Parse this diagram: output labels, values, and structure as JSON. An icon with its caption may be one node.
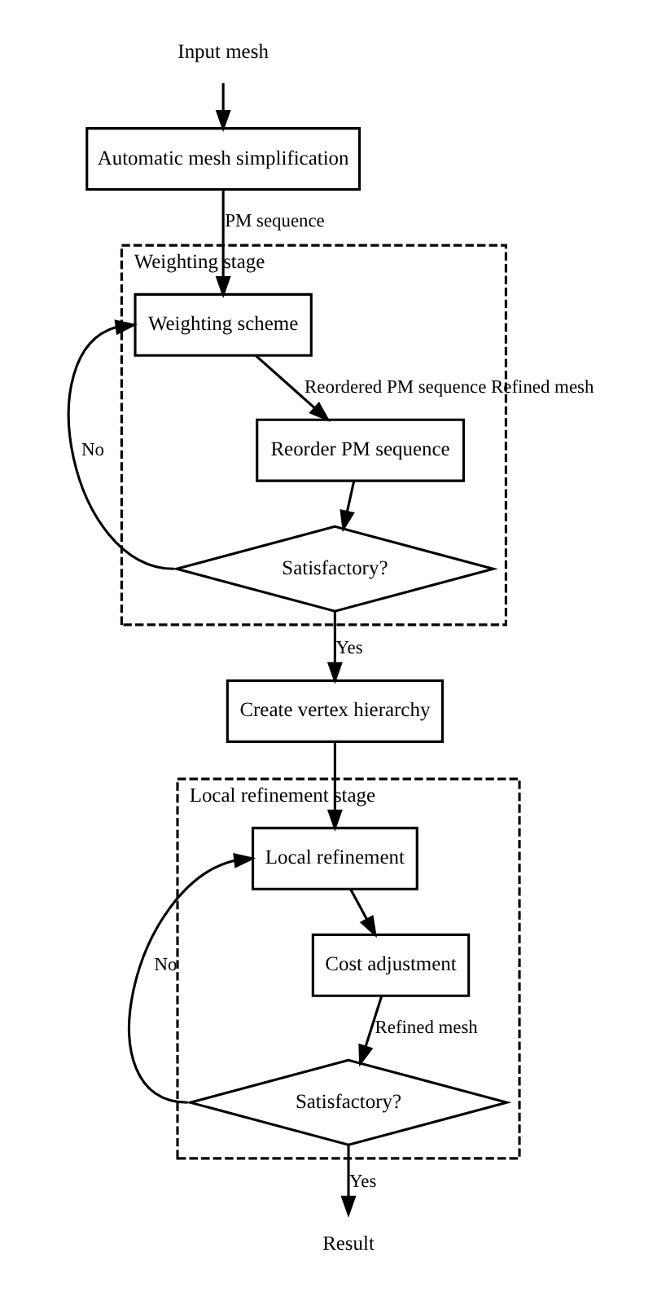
{
  "diagram": {
    "nodes": [
      {
        "text": [
          "Input mesh"
        ]
      },
      {
        "text": [
          "Automatic mesh simplification"
        ]
      },
      {
        "text": [
          "Weighting stage"
        ]
      },
      {
        "text": [
          "Weighting scheme"
        ],
        "in": 2
      },
      {
        "text": [
          "Reorder PM sequence"
        ],
        "in": 2
      },
      {
        "text": [
          "Satisfactory?"
        ],
        "in": 2
      },
      {
        "text": [
          "Create vertex hierarchy"
        ]
      },
      {
        "text": [
          "Local refinement stage"
        ]
      },
      {
        "text": [
          "Local refinement"
        ],
        "in": 7
      },
      {
        "text": [
          "Cost adjustment"
        ],
        "in": 7
      },
      {
        "text": [
          "Satisfactory?"
        ],
        "in": 7
      },
      {
        "text": [
          "Result"
        ]
      }
    ],
    "edges": [
      {
        "from": 0,
        "to": 1,
        "arrow": "to"
      },
      {
        "from": 1,
        "to": 3,
        "arrow": "to",
        "label": "PM sequence"
      },
      {
        "from": 3,
        "to": 4,
        "arrow": "to",
        "label": "Reordered PM sequence Refined mesh"
      },
      {
        "from": 4,
        "to": 5,
        "arrow": "to"
      },
      {
        "from": 5,
        "to": 3,
        "arrow": "to",
        "label": "No"
      },
      {
        "from": 5,
        "to": 6,
        "arrow": "to",
        "label": "Yes"
      },
      {
        "from": 6,
        "to": 8,
        "arrow": "to"
      },
      {
        "from": 8,
        "to": 9,
        "arrow": "to"
      },
      {
        "from": 9,
        "to": 10,
        "arrow": "to",
        "label": "Refined mesh"
      },
      {
        "from": 10,
        "to": 8,
        "arrow": "to",
        "label": "No"
      },
      {
        "from": 10,
        "to": 11,
        "arrow": "to",
        "label": "Yes"
      }
    ]
  }
}
